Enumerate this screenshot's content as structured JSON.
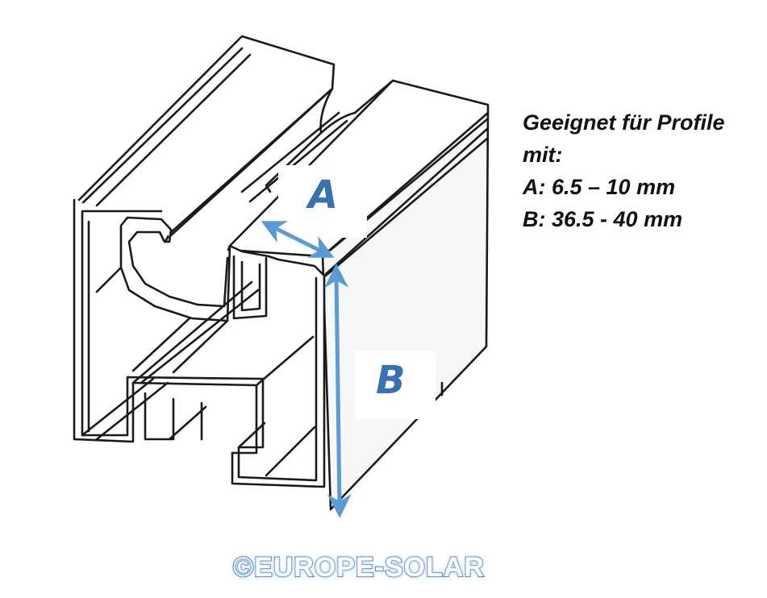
{
  "spec": {
    "line1": "Geeignet für Profile",
    "line2": "mit:",
    "line3": "A: 6.5 – 10 mm",
    "line4": "B: 36.5  - 40 mm"
  },
  "dimensions": {
    "a_label": "A",
    "b_label": "B"
  },
  "logo": {
    "text": "©EUROPE-SOLAR"
  },
  "colors": {
    "arrow": "#5b9bd5",
    "label": "#3a72b0",
    "outline": "#1a1a1a",
    "logo": "#1f5fb4"
  }
}
